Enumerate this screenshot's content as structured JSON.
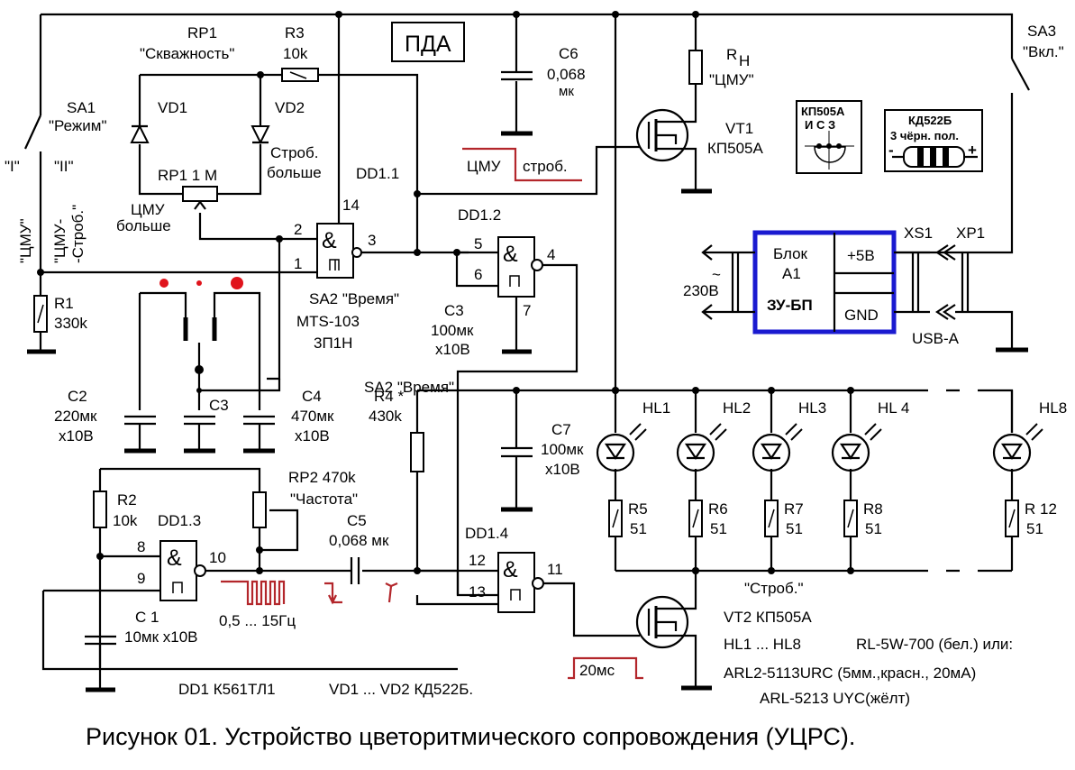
{
  "title_box": "ПДА",
  "caption": "Рисунок 01.  Устройство цветоритмического сопровождения (УЦРС).",
  "colors": {
    "wire": "#000000",
    "signal": "#b3262b",
    "psu_border": "#1a1ad0",
    "switch_dots": "#e0141c"
  },
  "sa1": {
    "name": "SA1",
    "desc": "\"Режим\"",
    "pos1": "\"I\"",
    "pos2": "\"II\"",
    "mode1": "\"ЦМУ\"",
    "mode2a": "\"ЦМУ-",
    "mode2b": "-Строб.\""
  },
  "rp1": {
    "name": "RP1",
    "desc": "\"Скважность\"",
    "value_label": "RP1   1 М",
    "left_note_1": "ЦМУ",
    "left_note_2": "больше",
    "right_note_1": "Строб.",
    "right_note_2": "больше"
  },
  "r3": {
    "name": "R3",
    "value": "10k"
  },
  "vd1": "VD1",
  "vd2": "VD2",
  "r1": {
    "name": "R1",
    "value": "330k"
  },
  "dd11": {
    "name": "DD1.1",
    "pins": [
      "14",
      "2",
      "1",
      "3"
    ]
  },
  "dd12": {
    "name": "DD1.2",
    "pins": [
      "5",
      "6",
      "4",
      "7"
    ]
  },
  "dd13": {
    "name": "DD1.3",
    "pins": [
      "8",
      "9",
      "10"
    ]
  },
  "dd14": {
    "name": "DD1.4",
    "pins": [
      "12",
      "13",
      "11"
    ]
  },
  "gate_symbol": "&",
  "sa2": {
    "name": "SA2 \"Время\"",
    "part": "MTS-103",
    "type": "3П1Н"
  },
  "c2": {
    "name": "C2",
    "value": "220мк",
    "voltage": "x10B"
  },
  "c3_sw": {
    "name": "C3"
  },
  "c3": {
    "name": "C3",
    "value": "100мк",
    "voltage": "x10B"
  },
  "c4": {
    "name": "C4",
    "value": "470мк",
    "voltage": "x10B"
  },
  "c6": {
    "name": "C6",
    "value": "0,068",
    "unit": "мк"
  },
  "c7": {
    "name": "C7",
    "value": "100мк",
    "voltage": "x10B"
  },
  "c5": {
    "name": "C5",
    "value": "0,068 мк"
  },
  "c1": {
    "name": "C 1",
    "value": "10мк x10B"
  },
  "r2": {
    "name": "R2",
    "value": "10k"
  },
  "r4": {
    "name": "R4 *",
    "value": "430k"
  },
  "rp2": {
    "name": "RP2  470k",
    "desc": "\"Частота\""
  },
  "freq": "0,5 ... 15Гц",
  "strobe_wave": {
    "left": "ЦМУ",
    "right": "строб."
  },
  "pulse": "20мс",
  "rh": {
    "name": "R",
    "sub": "H",
    "desc": "\"ЦМУ\""
  },
  "vt1": {
    "name": "VT1",
    "part": "КП505А"
  },
  "vt2": {
    "label": "\"Строб.\"",
    "name": "VT2   КП505А"
  },
  "pinout": {
    "part": "КП505А",
    "pins": "И  С  З"
  },
  "diode_note": {
    "part": "КД522Б",
    "marking": "3 чёрн. пол.",
    "minus": "-",
    "plus": "+"
  },
  "sa3": {
    "name": "SA3",
    "desc": "\"Вкл.\""
  },
  "psu": {
    "block": "Блок",
    "ref": "A1",
    "name": "ЗУ-БП",
    "plus": "+5B",
    "gnd": "GND",
    "mains_tilde": "~",
    "mains": "230B"
  },
  "connectors": {
    "xs1": "XS1",
    "xp1": "XP1",
    "usb": "USB-A"
  },
  "leds": [
    {
      "name": "HL1",
      "res": "R5",
      "val": "51"
    },
    {
      "name": "HL2",
      "res": "R6",
      "val": "51"
    },
    {
      "name": "HL3",
      "res": "R7",
      "val": "51"
    },
    {
      "name": "HL 4",
      "res": "R8",
      "val": "51"
    },
    {
      "name": "HL8",
      "res": "R 12",
      "val": "51"
    }
  ],
  "notes": {
    "dd1": "DD1    К561ТЛ1",
    "vd": "VD1 ...  VD2    КД522Б.",
    "hl": "HL1 ...    HL8",
    "hl_part": "RL-5W-700 (бел.)  или:",
    "alt1": "ARL2-5113URC   (5мм.,красн., 20мА)",
    "alt2": "ARL-5213 UYC(жёлт)"
  }
}
